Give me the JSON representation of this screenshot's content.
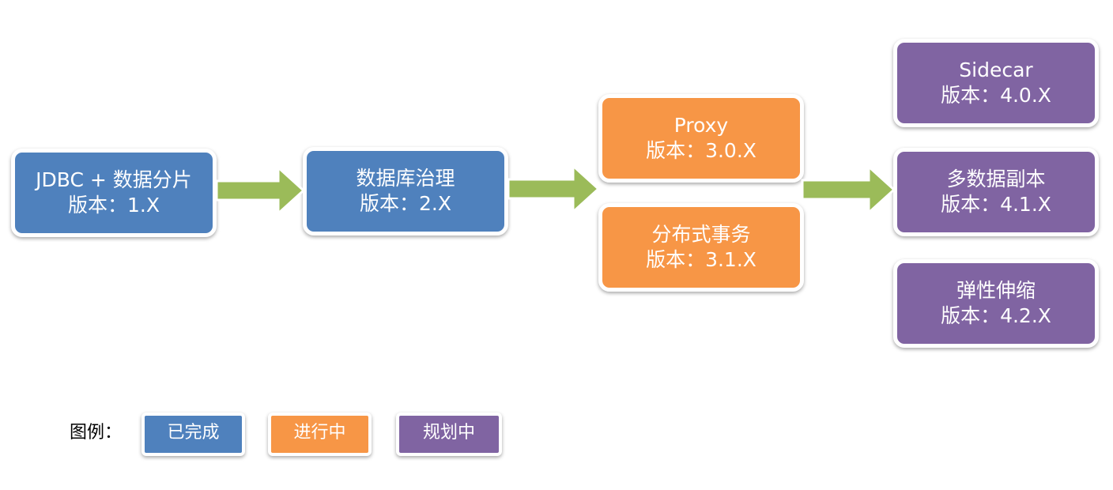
{
  "nodes": {
    "jdbc": {
      "title": "JDBC + 数据分片",
      "version": "版本：1.X"
    },
    "governance": {
      "title": "数据库治理",
      "version": "版本：2.X"
    },
    "proxy": {
      "title": "Proxy",
      "version": "版本：3.0.X"
    },
    "distributed_tx": {
      "title": "分布式事务",
      "version": "版本：3.1.X"
    },
    "sidecar": {
      "title": "Sidecar",
      "version": "版本：4.0.X"
    },
    "multi_replica": {
      "title": "多数据副本",
      "version": "版本：4.1.X"
    },
    "elastic": {
      "title": "弹性伸缩",
      "version": "版本：4.2.X"
    }
  },
  "legend": {
    "label": "图例：",
    "done": "已完成",
    "in_progress": "进行中",
    "planned": "规划中"
  },
  "colors": {
    "done": "#4f81bd",
    "in_progress": "#f79646",
    "planned": "#8064a2",
    "arrow": "#9bbb59"
  }
}
